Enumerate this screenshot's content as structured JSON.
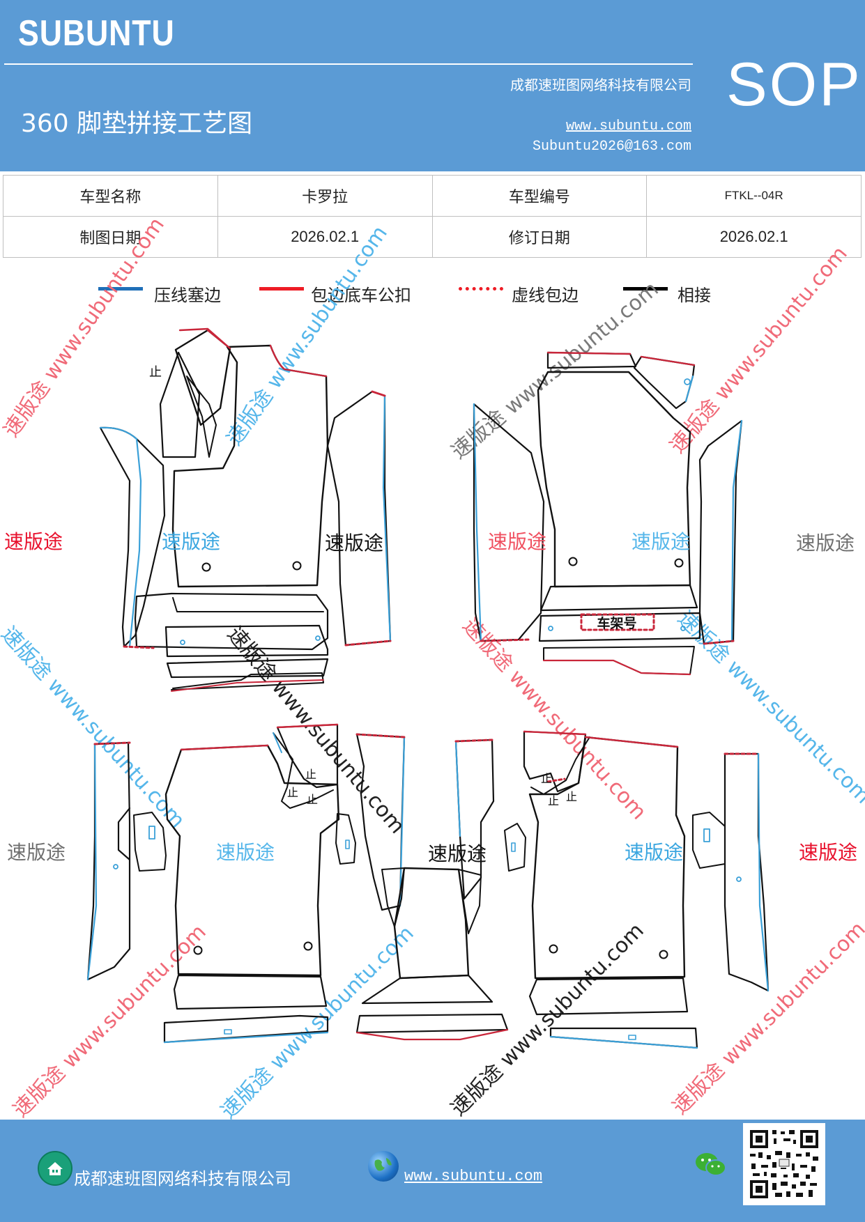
{
  "header": {
    "logo": "SUBUNTU",
    "title": "360 脚垫拼接工艺图",
    "company": "成都速班图网络科技有限公司",
    "website": "www.subuntu.com",
    "email": "Subuntu2026@163.com",
    "badge": "SOP"
  },
  "info_table": {
    "model_name_label": "车型名称",
    "model_name_value": "卡罗拉",
    "model_code_label": "车型编号",
    "model_code_value": "FTKL--04R",
    "draw_date_label": "制图日期",
    "draw_date_value": "2026.02.1",
    "revise_date_label": "修订日期",
    "revise_date_value": "2026.02.1"
  },
  "legend": [
    {
      "label": "压线塞边",
      "color": "#1f6fb8",
      "style": "solid"
    },
    {
      "label": "包边底车公扣",
      "color": "#ee1c25",
      "style": "solid"
    },
    {
      "label": "虚线包边",
      "color": "#ee1c25",
      "style": "dotted"
    },
    {
      "label": "相接",
      "color": "#000000",
      "style": "solid"
    }
  ],
  "drawing": {
    "frame_tag": "车架号",
    "joint_mark": "止",
    "watermark_brand": "速版途",
    "watermark_diagonal": "速版途 www.subuntu.com"
  },
  "footer": {
    "company": "成都速班图网络科技有限公司",
    "website": "www.subuntu.com "
  },
  "icons": {
    "home": "home-icon",
    "globe": "globe-icon",
    "wechat": "wechat-icon",
    "qr": "qr-code"
  }
}
